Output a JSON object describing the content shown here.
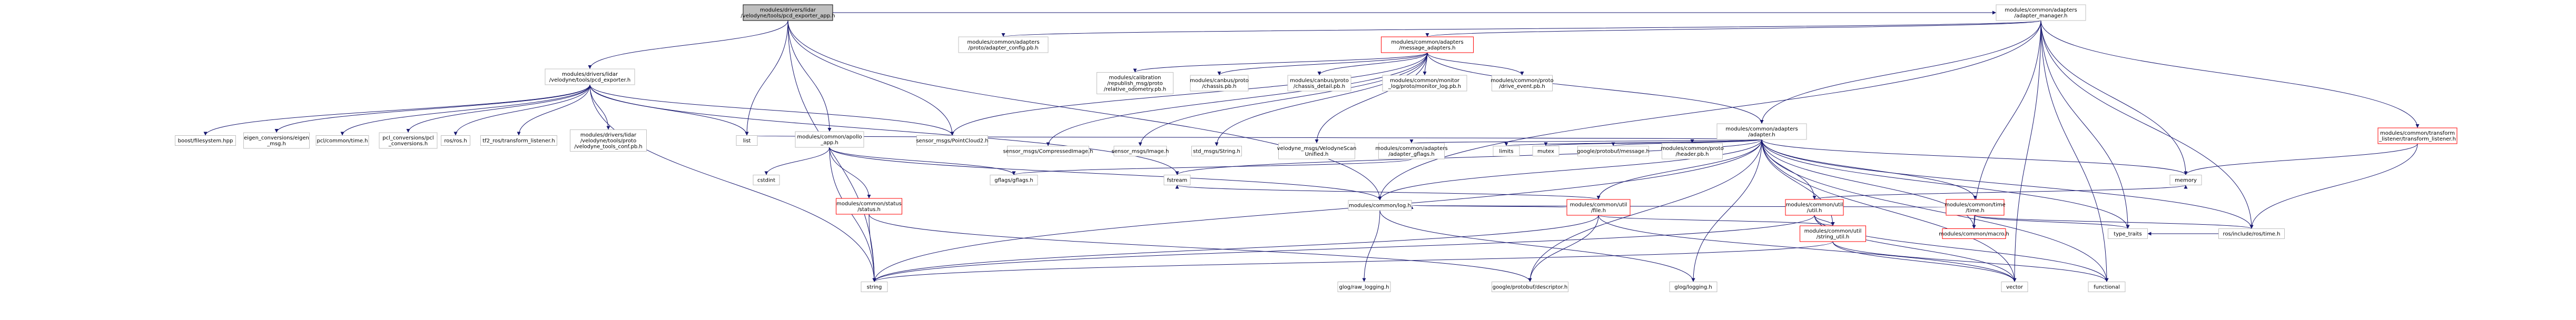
{
  "graph": {
    "nodes": [
      {
        "id": "root",
        "lines": [
          "modules/drivers/lidar",
          "/velodyne/tools/pcd_exporter_app.h"
        ],
        "style": "root"
      },
      {
        "id": "adapter_manager",
        "lines": [
          "modules/common/adapters",
          "/adapter_manager.h"
        ],
        "style": "normal"
      },
      {
        "id": "pcd_exporter",
        "lines": [
          "modules/drivers/lidar",
          "/velodyne/tools/pcd_exporter.h"
        ],
        "style": "normal"
      },
      {
        "id": "apollo_app",
        "lines": [
          "modules/common/apollo",
          "_app.h"
        ],
        "style": "normal"
      },
      {
        "id": "adapter_config",
        "lines": [
          "modules/common/adapters",
          "/proto/adapter_config.pb.h"
        ],
        "style": "normal"
      },
      {
        "id": "message_adapters",
        "lines": [
          "modules/common/adapters",
          "/message_adapters.h"
        ],
        "style": "red"
      },
      {
        "id": "transform_listener",
        "lines": [
          "modules/common/transform",
          "_listener/transform_listener.h"
        ],
        "style": "red"
      },
      {
        "id": "relative_odometry",
        "lines": [
          "modules/calibration",
          "/republish_msg/proto",
          "/relative_odometry.pb.h"
        ],
        "style": "normal"
      },
      {
        "id": "chassis",
        "lines": [
          "modules/canbus/proto",
          "/chassis.pb.h"
        ],
        "style": "normal"
      },
      {
        "id": "chassis_detail",
        "lines": [
          "modules/canbus/proto",
          "/chassis_detail.pb.h"
        ],
        "style": "normal"
      },
      {
        "id": "monitor_log",
        "lines": [
          "modules/common/monitor",
          "_log/proto/monitor_log.pb.h"
        ],
        "style": "normal"
      },
      {
        "id": "drive_event",
        "lines": [
          "modules/common/proto",
          "/drive_event.pb.h"
        ],
        "style": "normal"
      },
      {
        "id": "adapter",
        "lines": [
          "modules/common/adapters",
          "/adapter.h"
        ],
        "style": "normal"
      },
      {
        "id": "file",
        "lines": [
          "modules/common/util",
          "/file.h"
        ],
        "style": "red"
      },
      {
        "id": "util",
        "lines": [
          "modules/common/util",
          "/util.h"
        ],
        "style": "red"
      },
      {
        "id": "time",
        "lines": [
          "modules/common/time",
          "/time.h"
        ],
        "style": "red"
      },
      {
        "id": "boost_fs",
        "lines": [
          "boost/filesystem.hpp"
        ],
        "style": "normal"
      },
      {
        "id": "eigen_conv",
        "lines": [
          "eigen_conversions/eigen",
          "_msg.h"
        ],
        "style": "normal"
      },
      {
        "id": "pcl_time",
        "lines": [
          "pcl/common/time.h"
        ],
        "style": "normal"
      },
      {
        "id": "pcl_conv",
        "lines": [
          "pcl_conversions/pcl",
          "_conversions.h"
        ],
        "style": "normal"
      },
      {
        "id": "ros_h",
        "lines": [
          "ros/ros.h"
        ],
        "style": "normal"
      },
      {
        "id": "tf2_ros",
        "lines": [
          "tf2_ros/transform_listener.h"
        ],
        "style": "normal"
      },
      {
        "id": "velodyne_conf",
        "lines": [
          "modules/drivers/lidar",
          "/velodyne/tools/proto",
          "/velodyne_tools_conf.pb.h"
        ],
        "style": "normal"
      },
      {
        "id": "list",
        "lines": [
          "list"
        ],
        "style": "normal"
      },
      {
        "id": "pointcloud2",
        "lines": [
          "sensor_msgs/PointCloud2.h"
        ],
        "style": "normal"
      },
      {
        "id": "compressed_image",
        "lines": [
          "sensor_msgs/CompressedImage.h"
        ],
        "style": "normal"
      },
      {
        "id": "sensor_image",
        "lines": [
          "sensor_msgs/Image.h"
        ],
        "style": "normal"
      },
      {
        "id": "std_string",
        "lines": [
          "std_msgs/String.h"
        ],
        "style": "normal"
      },
      {
        "id": "velodyne_unified",
        "lines": [
          "velodyne_msgs/VelodyneScan",
          "Unified.h"
        ],
        "style": "normal"
      },
      {
        "id": "adapter_gflags",
        "lines": [
          "modules/common/adapters",
          "/adapter_gflags.h"
        ],
        "style": "normal"
      },
      {
        "id": "limits",
        "lines": [
          "limits"
        ],
        "style": "normal"
      },
      {
        "id": "mutex",
        "lines": [
          "mutex"
        ],
        "style": "normal"
      },
      {
        "id": "gp_message",
        "lines": [
          "google/protobuf/message.h"
        ],
        "style": "normal"
      },
      {
        "id": "header_pb",
        "lines": [
          "modules/common/proto",
          "/header.pb.h"
        ],
        "style": "normal"
      },
      {
        "id": "cstdint",
        "lines": [
          "cstdint"
        ],
        "style": "normal"
      },
      {
        "id": "status",
        "lines": [
          "modules/common/status",
          "/status.h"
        ],
        "style": "red"
      },
      {
        "id": "gflags",
        "lines": [
          "gflags/gflags.h"
        ],
        "style": "normal"
      },
      {
        "id": "fstream",
        "lines": [
          "fstream"
        ],
        "style": "normal"
      },
      {
        "id": "log",
        "lines": [
          "modules/common/log.h"
        ],
        "style": "normal"
      },
      {
        "id": "string_util",
        "lines": [
          "modules/common/util",
          "/string_util.h"
        ],
        "style": "red"
      },
      {
        "id": "macro",
        "lines": [
          "modules/common/macro.h"
        ],
        "style": "red"
      },
      {
        "id": "memory",
        "lines": [
          "memory"
        ],
        "style": "normal"
      },
      {
        "id": "type_traits",
        "lines": [
          "type_traits"
        ],
        "style": "normal"
      },
      {
        "id": "ros_time",
        "lines": [
          "ros/include/ros/time.h"
        ],
        "style": "normal"
      },
      {
        "id": "string",
        "lines": [
          "string"
        ],
        "style": "normal"
      },
      {
        "id": "glog_raw_logging",
        "lines": [
          "glog/raw_logging.h"
        ],
        "style": "normal"
      },
      {
        "id": "gp_descriptor",
        "lines": [
          "google/protobuf/descriptor.h"
        ],
        "style": "normal"
      },
      {
        "id": "glog_logging",
        "lines": [
          "glog/logging.h"
        ],
        "style": "normal"
      },
      {
        "id": "vector",
        "lines": [
          "vector"
        ],
        "style": "normal"
      },
      {
        "id": "functional",
        "lines": [
          "functional"
        ],
        "style": "normal"
      }
    ],
    "edges": [
      [
        "root",
        "adapter_manager"
      ],
      [
        "root",
        "pcd_exporter"
      ],
      [
        "root",
        "apollo_app"
      ],
      [
        "root",
        "pointcloud2"
      ],
      [
        "root",
        "list"
      ],
      [
        "root",
        "string"
      ],
      [
        "root",
        "log"
      ],
      [
        "adapter_manager",
        "adapter_config"
      ],
      [
        "adapter_manager",
        "message_adapters"
      ],
      [
        "adapter_manager",
        "adapter"
      ],
      [
        "adapter_manager",
        "transform_listener"
      ],
      [
        "adapter_manager",
        "log"
      ],
      [
        "adapter_manager",
        "macro"
      ],
      [
        "adapter_manager",
        "memory"
      ],
      [
        "adapter_manager",
        "type_traits"
      ],
      [
        "adapter_manager",
        "vector"
      ],
      [
        "adapter_manager",
        "functional"
      ],
      [
        "adapter_manager",
        "ros_time"
      ],
      [
        "pcd_exporter",
        "boost_fs"
      ],
      [
        "pcd_exporter",
        "eigen_conv"
      ],
      [
        "pcd_exporter",
        "pcl_time"
      ],
      [
        "pcd_exporter",
        "pcl_conv"
      ],
      [
        "pcd_exporter",
        "ros_h"
      ],
      [
        "pcd_exporter",
        "tf2_ros"
      ],
      [
        "pcd_exporter",
        "velodyne_conf"
      ],
      [
        "pcd_exporter",
        "list"
      ],
      [
        "pcd_exporter",
        "pointcloud2"
      ],
      [
        "pcd_exporter",
        "fstream"
      ],
      [
        "pcd_exporter",
        "string"
      ],
      [
        "apollo_app",
        "cstdint"
      ],
      [
        "apollo_app",
        "status"
      ],
      [
        "apollo_app",
        "gflags"
      ],
      [
        "apollo_app",
        "log"
      ],
      [
        "apollo_app",
        "string"
      ],
      [
        "message_adapters",
        "relative_odometry"
      ],
      [
        "message_adapters",
        "chassis"
      ],
      [
        "message_adapters",
        "chassis_detail"
      ],
      [
        "message_adapters",
        "monitor_log"
      ],
      [
        "message_adapters",
        "drive_event"
      ],
      [
        "message_adapters",
        "adapter"
      ],
      [
        "message_adapters",
        "pointcloud2"
      ],
      [
        "message_adapters",
        "compressed_image"
      ],
      [
        "message_adapters",
        "sensor_image"
      ],
      [
        "message_adapters",
        "std_string"
      ],
      [
        "message_adapters",
        "velodyne_unified"
      ],
      [
        "transform_listener",
        "ros_time"
      ],
      [
        "transform_listener",
        "memory"
      ],
      [
        "adapter",
        "list"
      ],
      [
        "adapter",
        "adapter_gflags"
      ],
      [
        "adapter",
        "limits"
      ],
      [
        "adapter",
        "mutex"
      ],
      [
        "adapter",
        "gp_message"
      ],
      [
        "adapter",
        "header_pb"
      ],
      [
        "adapter",
        "file"
      ],
      [
        "adapter",
        "util"
      ],
      [
        "adapter",
        "time"
      ],
      [
        "adapter",
        "log"
      ],
      [
        "adapter",
        "string_util"
      ],
      [
        "adapter",
        "macro"
      ],
      [
        "adapter",
        "memory"
      ],
      [
        "adapter",
        "type_traits"
      ],
      [
        "adapter",
        "fstream"
      ],
      [
        "adapter",
        "functional"
      ],
      [
        "adapter",
        "vector"
      ],
      [
        "adapter",
        "string"
      ],
      [
        "adapter",
        "glog_logging"
      ],
      [
        "adapter",
        "gp_descriptor"
      ],
      [
        "adapter",
        "ros_time"
      ],
      [
        "adapter_gflags",
        "gflags"
      ],
      [
        "file",
        "fstream"
      ],
      [
        "file",
        "log"
      ],
      [
        "file",
        "string_util"
      ],
      [
        "file",
        "gp_descriptor"
      ],
      [
        "file",
        "string"
      ],
      [
        "file",
        "vector"
      ],
      [
        "util",
        "string"
      ],
      [
        "util",
        "vector"
      ],
      [
        "util",
        "memory"
      ],
      [
        "util",
        "functional"
      ],
      [
        "util",
        "string_util"
      ],
      [
        "time",
        "macro"
      ],
      [
        "time",
        "type_traits"
      ],
      [
        "time",
        "log"
      ],
      [
        "time",
        "ros_time"
      ],
      [
        "status",
        "gp_descriptor"
      ],
      [
        "status",
        "string"
      ],
      [
        "log",
        "glog_raw_logging"
      ],
      [
        "log",
        "glog_logging"
      ],
      [
        "string_util",
        "string"
      ],
      [
        "string_util",
        "vector"
      ],
      [
        "string_util",
        "functional"
      ],
      [
        "ros_time",
        "type_traits"
      ]
    ]
  }
}
